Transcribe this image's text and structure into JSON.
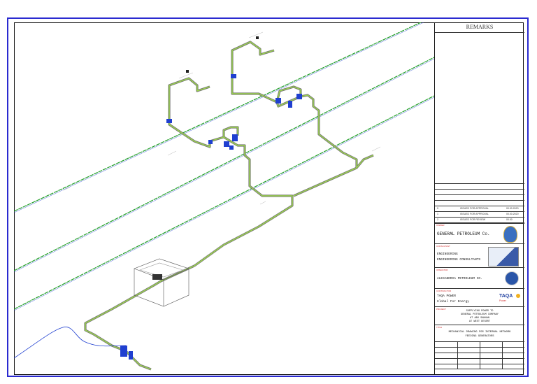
{
  "remarks_title": "REMARKS",
  "revisions": [
    {
      "no": "0",
      "desc": "ISSUED FOR APPROVAL",
      "date": "00.00.2020"
    },
    {
      "no": "1",
      "desc": "ISSUED FOR APPROVAL",
      "date": "00.00.2020"
    },
    {
      "no": "2",
      "desc": "ISSUED FOR REVIEW",
      "date": "00.00"
    }
  ],
  "owner": {
    "caption": "OWNER",
    "name": "GENERAL PETROLEUM Co."
  },
  "consultant": {
    "caption": "CONSULTANT",
    "line1": "ENGINEERING",
    "line2": "ENGINEERING CONSULTANTS"
  },
  "operator": {
    "caption": "OPERATOR",
    "name": "ALEXANDRIA PETROLEUM CO."
  },
  "contractor": {
    "caption": "CONTRACTOR",
    "line1": "TAQA POWER",
    "line2": "Global For Energy",
    "logo_text": "TAQA",
    "logo_sub": "Power"
  },
  "project": {
    "caption": "PROJECT",
    "line1": "SUPPLYING POWER TO",
    "line2": "GENERAL PETROLEUM COMPANY",
    "line3": "AT ABU SANNAN",
    "line4": "AT WEST DESERT"
  },
  "drawing_title": {
    "caption": "TITLE",
    "line1": "MECHANICAL DRAWING FOR INTERNAL NETWORK",
    "line2": "FEEDING GENERATORS"
  },
  "colors": {
    "border": "#2a2ad0",
    "pipe_green": "#22a028",
    "pipe_blue": "#1f3fd0",
    "caption_red": "#d03030",
    "pipe_outline": "#555555"
  }
}
